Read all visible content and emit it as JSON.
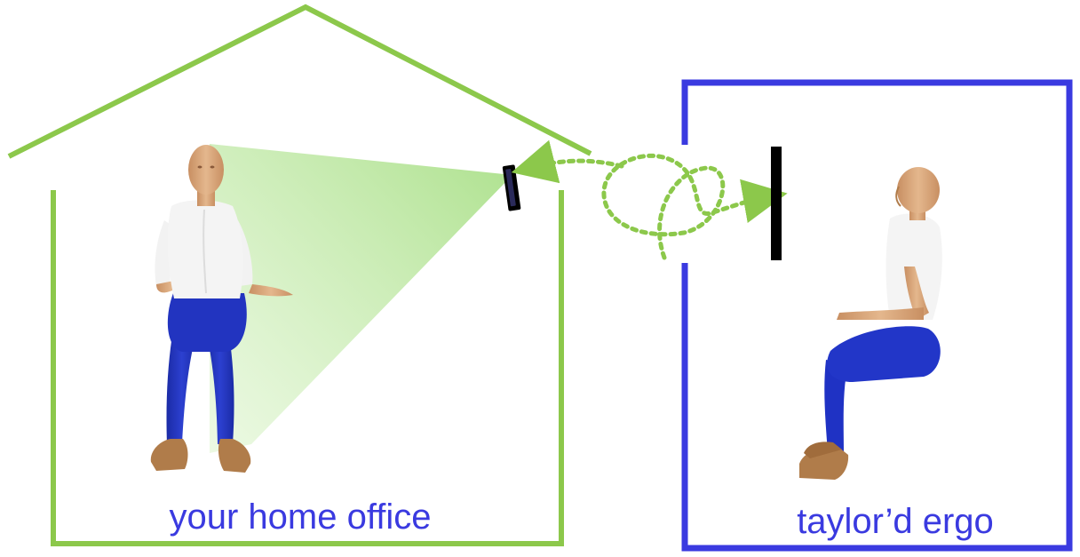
{
  "home": {
    "label": "your home office",
    "color": "#8cc84b"
  },
  "office": {
    "label": "taylor’d ergo",
    "color": "#3a3ae0"
  },
  "connection": {
    "color": "#8cc84b",
    "style": "dotted-loop-arrow"
  },
  "camera_cone_color": "#b9e6a0",
  "device_color": "#000000",
  "figure_colors": {
    "skin": "#d9a578",
    "shirt": "#f4f4f4",
    "pants": "#1c2fb8",
    "shoes": "#b07c4a"
  },
  "icons": {
    "home_device": "camera-icon",
    "office_device": "screen-icon"
  }
}
